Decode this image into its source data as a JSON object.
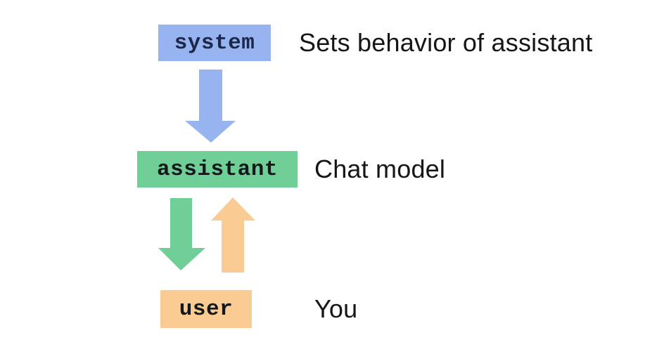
{
  "diagram": {
    "background_color": "#ffffff",
    "nodes": [
      {
        "id": "system",
        "label": "system",
        "description": "Sets behavior of assistant",
        "box_color": "#97B4F0",
        "label_color": "#1d2849"
      },
      {
        "id": "assistant",
        "label": "assistant",
        "description": "Chat model",
        "box_color": "#6FCF97",
        "label_color": "#14181c"
      },
      {
        "id": "user",
        "label": "user",
        "description": "You",
        "box_color": "#FACB92",
        "label_color": "#14181c"
      }
    ],
    "arrows": [
      {
        "id": "system-to-assistant",
        "from": "system",
        "to": "assistant",
        "direction": "down",
        "color": "#97B4F0"
      },
      {
        "id": "assistant-to-user",
        "from": "assistant",
        "to": "user",
        "direction": "down",
        "color": "#6FCF97"
      },
      {
        "id": "user-to-assistant",
        "from": "user",
        "to": "assistant",
        "direction": "up",
        "color": "#FACB92"
      }
    ]
  }
}
